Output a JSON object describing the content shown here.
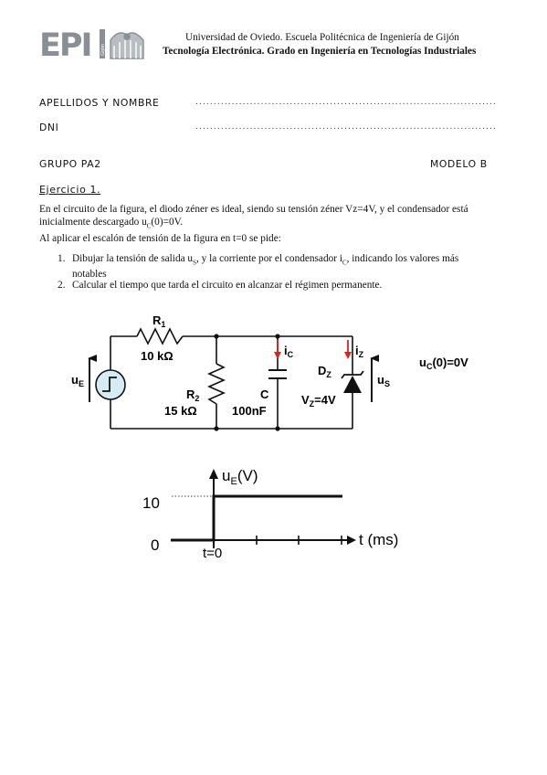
{
  "header": {
    "logo_text": "EPI",
    "logo_side_text": "Gijón",
    "line1": "Universidad de Oviedo. Escuela Politécnica de Ingeniería de Gijón",
    "line2": "Tecnología Electrónica. Grado en Ingeniería en Tecnologías Industriales"
  },
  "form": {
    "name_label": "APELLIDOS Y NOMBRE",
    "dni_label": "DNI",
    "fill_line": "........................................................................................................",
    "group_label": "GRUPO PA2",
    "model_label": "MODELO B"
  },
  "exercise": {
    "title": "Ejercicio 1.",
    "p1a": "En el circuito de la figura, el diodo zéner es ideal, siendo su tensión zéner Vz=4V, y el condensador está",
    "p1b": "inicialmente descargado u",
    "p1b_sub": "C",
    "p1b_end": "(0)=0V.",
    "p2": "Al aplicar el escalón de tensión de la figura en t=0 se pide:",
    "q1_num": "1.",
    "q1a": "Dibujar la tensión de salida u",
    "q1a_sub": "S",
    "q1b": ", y la corriente por el condensador i",
    "q1b_sub": "C",
    "q1c": ", indicando los valores más",
    "q1d": "notables",
    "q2_num": "2.",
    "q2": "Calcular el tiempo que tarda el circuito en alcanzar el régimen permanente."
  },
  "circuit": {
    "r1_name": "R",
    "r1_sub": "1",
    "r1_value": "10 kΩ",
    "r2_name": "R",
    "r2_sub": "2",
    "r2_value": "15 kΩ",
    "c_name": "C",
    "c_value": "100nF",
    "ic_label": "i",
    "ic_sub": "C",
    "iz_label": "i",
    "iz_sub": "Z",
    "dz_label": "D",
    "dz_sub": "Z",
    "vz_label": "V",
    "vz_sub": "Z",
    "vz_value": "=4V",
    "ue_label": "u",
    "ue_sub": "E",
    "us_label": "u",
    "us_sub": "S",
    "uc0_label": "u",
    "uc0_sub": "C",
    "uc0_value": "(0)=0V",
    "arrow_color": "#e0201c"
  },
  "step_plot": {
    "ylabel": "u",
    "ylabel_sub": "E",
    "ylabel_unit": "(V)",
    "xlabel": "t (ms)",
    "y_high": "10",
    "y_zero": "0",
    "t0_label": "t=0",
    "chart_data": {
      "type": "line",
      "x": [
        -1,
        0,
        0,
        3
      ],
      "y": [
        0,
        0,
        10,
        10
      ],
      "xlabel": "t (ms)",
      "ylabel": "uE(V)",
      "ytick_labels": [
        "0",
        "10"
      ],
      "xtick_labels": [
        "t=0"
      ]
    }
  }
}
